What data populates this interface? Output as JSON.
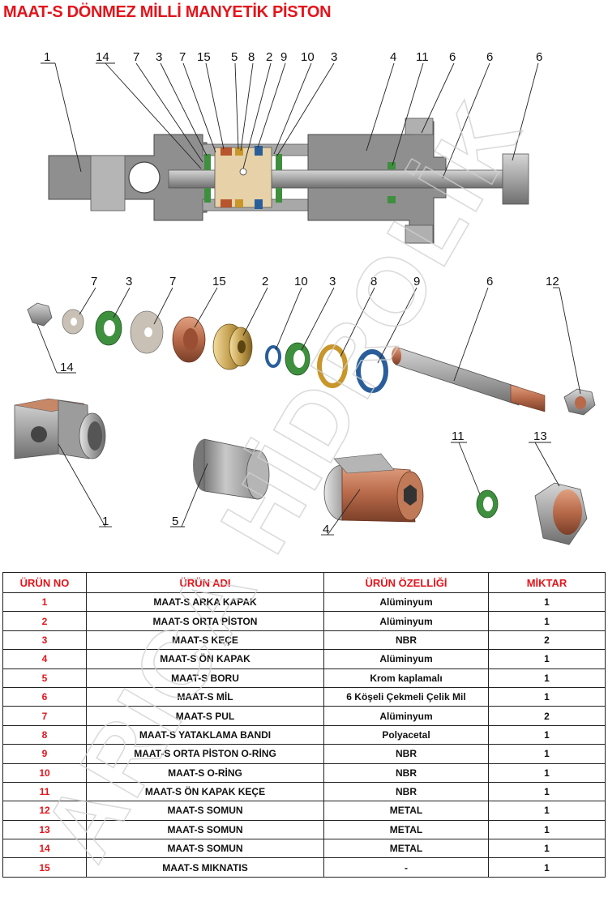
{
  "title": "MAAT-S DÖNMEZ MİLLİ MANYETİK PİSTON",
  "watermark": "ARICA HİDROLİK",
  "colors": {
    "accent": "#e3141b",
    "steel": "#9a9a9a",
    "copper": "#b86a4a",
    "green": "#3e8f3e",
    "blue": "#2a5e9a",
    "bronze": "#b08a3a"
  },
  "assembly_labels": [
    "1",
    "14",
    "7",
    "3",
    "7",
    "15",
    "5",
    "8",
    "2",
    "9",
    "10",
    "3",
    "4",
    "11",
    "6",
    "6",
    "6"
  ],
  "exploded_labels": [
    "7",
    "3",
    "7",
    "15",
    "2",
    "10",
    "3",
    "8",
    "9",
    "6",
    "12",
    "14",
    "1",
    "5",
    "4",
    "11",
    "13"
  ],
  "table": {
    "headers": {
      "no": "ÜRÜN NO",
      "name": "ÜRÜN ADI",
      "property": "ÜRÜN ÖZELLİĞİ",
      "qty": "MİKTAR"
    },
    "rows": [
      {
        "no": "1",
        "name": "MAAT-S   ARKA KAPAK",
        "property": "Alüminyum",
        "qty": "1"
      },
      {
        "no": "2",
        "name": "MAAT-S   ORTA PİSTON",
        "property": "Alüminyum",
        "qty": "1"
      },
      {
        "no": "3",
        "name": "MAAT-S   KEÇE",
        "property": "NBR",
        "qty": "2"
      },
      {
        "no": "4",
        "name": "MAAT-S   ÖN KAPAK",
        "property": "Alüminyum",
        "qty": "1"
      },
      {
        "no": "5",
        "name": "MAAT-S   BORU",
        "property": "Krom kaplamalı",
        "qty": "1"
      },
      {
        "no": "6",
        "name": "MAAT-S   MİL",
        "property": "6 Köşeli Çekmeli Çelik Mil",
        "qty": "1"
      },
      {
        "no": "7",
        "name": "MAAT-S   PUL",
        "property": "Alüminyum",
        "qty": "2"
      },
      {
        "no": "8",
        "name": "MAAT-S YATAKLAMA BANDI",
        "property": "Polyacetal",
        "qty": "1"
      },
      {
        "no": "9",
        "name": "MAAT-S  ORTA PİSTON O-RİNG",
        "property": "NBR",
        "qty": "1"
      },
      {
        "no": "10",
        "name": "MAAT-S  O-RİNG",
        "property": "NBR",
        "qty": "1"
      },
      {
        "no": "11",
        "name": "MAAT-S ÖN KAPAK KEÇE",
        "property": "NBR",
        "qty": "1"
      },
      {
        "no": "12",
        "name": "MAAT-S SOMUN",
        "property": "METAL",
        "qty": "1"
      },
      {
        "no": "13",
        "name": "MAAT-S SOMUN",
        "property": "METAL",
        "qty": "1"
      },
      {
        "no": "14",
        "name": "MAAT-S SOMUN",
        "property": "METAL",
        "qty": "1"
      },
      {
        "no": "15",
        "name": "MAAT-S   MIKNATIS",
        "property": "-",
        "qty": "1"
      }
    ]
  }
}
